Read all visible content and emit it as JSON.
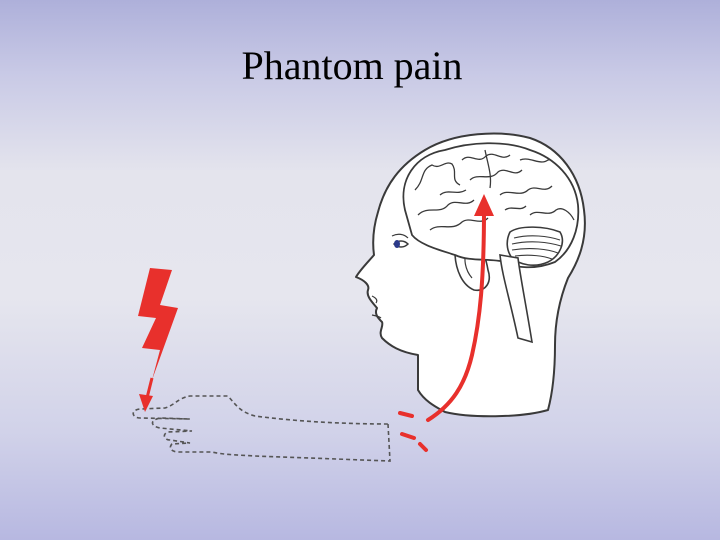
{
  "slide": {
    "title": "Phantom pain"
  },
  "colors": {
    "signal": "#e8302c",
    "outline": "#3a3a3a"
  },
  "icons": [
    "lightning-bolt-icon",
    "phantom-hand-outline",
    "head-profile",
    "brain",
    "nerve-pathway-arrow",
    "amputation-stump-marks"
  ]
}
